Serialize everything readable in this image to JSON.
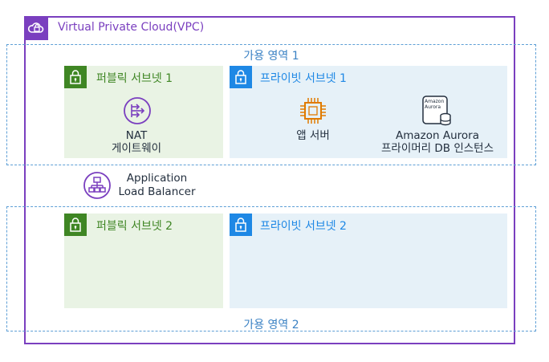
{
  "vpc": {
    "title": "Virtual Private Cloud(VPC)"
  },
  "zones": [
    {
      "label": "가용 영역 1"
    },
    {
      "label": "가용 영역 2"
    }
  ],
  "subnets": {
    "public1": "퍼블릭 서브넷 1",
    "private1": "프라이빗 서브넷 1",
    "public2": "퍼블릭 서브넷 2",
    "private2": "프라이빗 서브넷 2"
  },
  "services": {
    "nat": {
      "line1": "NAT",
      "line2": "게이트웨이"
    },
    "app_server": {
      "label": "앱 서버"
    },
    "aurora": {
      "line1": "Amazon Aurora",
      "line2": "프라이머리 DB 인스턴스",
      "icon_text_1": "Amazon",
      "icon_text_2": "Aurora"
    },
    "alb": {
      "line1": "Application",
      "line2": "Load Balancer"
    }
  },
  "colors": {
    "vpc": "#7a3fbf",
    "public_subnet": "#3f8624",
    "private_subnet": "#1e88e5",
    "zone_border": "#5e9fd6",
    "compute": "#e07b00"
  }
}
